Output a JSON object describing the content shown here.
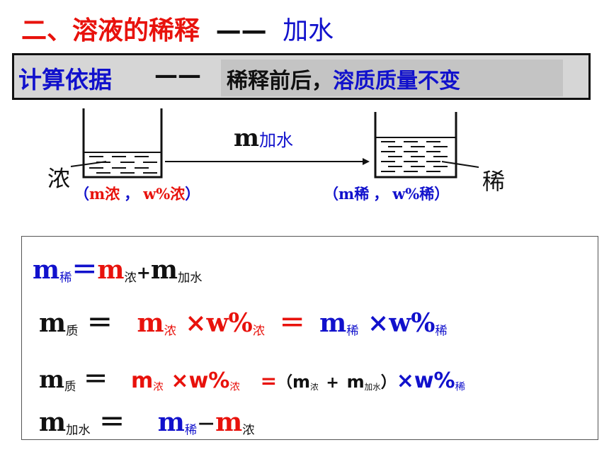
{
  "title": {
    "number": "二、",
    "topic": "溶液的稀释",
    "dash": "——",
    "method": "加水"
  },
  "basis": {
    "label": "计算依据",
    "dash": "——",
    "principle_a": "稀释前后，",
    "principle_b": "溶质质量不变"
  },
  "process": {
    "m": "m",
    "water": "加水",
    "conc_label": "浓",
    "dil_label": "稀",
    "conc_note": {
      "open": "（",
      "m": "m浓",
      "sep": "，",
      "w": "w%浓",
      "close": "）"
    },
    "dil_note": {
      "open": "（",
      "m": "m稀",
      "sep": "，",
      "w": "w%稀",
      "close": "）"
    }
  },
  "formulas": {
    "m": "m",
    "eq": "＝",
    "eq_small": "=",
    "plus": "＋",
    "plus_small": "+",
    "minus": "－",
    "times": "×",
    "w": "w%",
    "sub_dil": "稀",
    "sub_conc": "浓",
    "sub_solute": "质",
    "sub_water": "加水",
    "lparen": "（",
    "rparen": "）"
  },
  "colors": {
    "red": "#e8120c",
    "blue": "#1111cc",
    "black": "#111111",
    "box_gray": "#d6d6d6"
  }
}
